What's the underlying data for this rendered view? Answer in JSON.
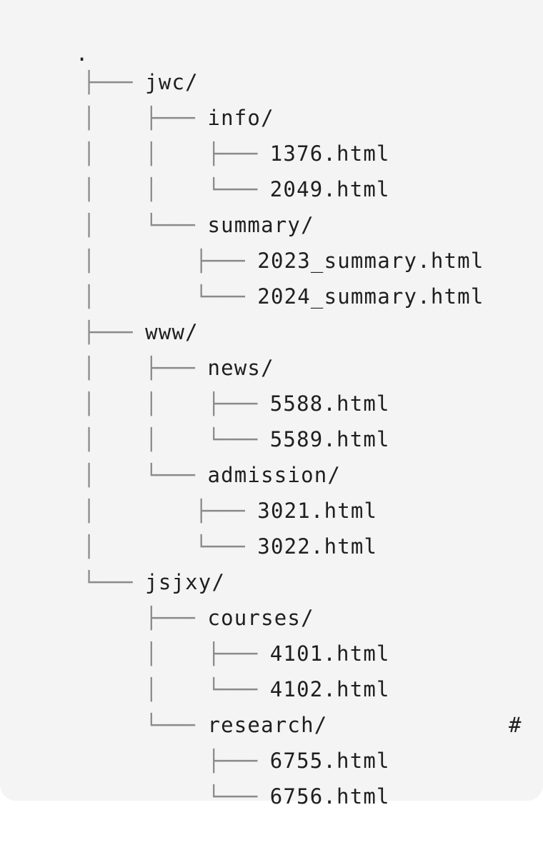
{
  "tree": {
    "root": ".",
    "lines": [
      {
        "prefix": "├─── ",
        "name": "jwc/",
        "comment": ""
      },
      {
        "prefix": "│    ├─── ",
        "name": "info/",
        "comment": ""
      },
      {
        "prefix": "│    │    ├─── ",
        "name": "1376.html",
        "comment": ""
      },
      {
        "prefix": "│    │    └─── ",
        "name": "2049.html",
        "comment": ""
      },
      {
        "prefix": "│    └─── ",
        "name": "summary/",
        "comment": ""
      },
      {
        "prefix": "│        ├─── ",
        "name": "2023_summary.html",
        "comment": ""
      },
      {
        "prefix": "│        └─── ",
        "name": "2024_summary.html",
        "comment": ""
      },
      {
        "prefix": "├─── ",
        "name": "www/",
        "comment": ""
      },
      {
        "prefix": "│    ├─── ",
        "name": "news/",
        "comment": ""
      },
      {
        "prefix": "│    │    ├─── ",
        "name": "5588.html",
        "comment": ""
      },
      {
        "prefix": "│    │    └─── ",
        "name": "5589.html",
        "comment": ""
      },
      {
        "prefix": "│    └─── ",
        "name": "admission/",
        "comment": ""
      },
      {
        "prefix": "│        ├─── ",
        "name": "3021.html",
        "comment": ""
      },
      {
        "prefix": "│        └─── ",
        "name": "3022.html",
        "comment": ""
      },
      {
        "prefix": "└─── ",
        "name": "jsjxy/",
        "comment": ""
      },
      {
        "prefix": "     ├─── ",
        "name": "courses/",
        "comment": ""
      },
      {
        "prefix": "     │    ├─── ",
        "name": "4101.html",
        "comment": ""
      },
      {
        "prefix": "     │    └─── ",
        "name": "4102.html",
        "comment": ""
      },
      {
        "prefix": "     └─── ",
        "name": "research/",
        "comment": ""
      },
      {
        "prefix": "          ├─── ",
        "name": "6755.html",
        "comment": "#"
      },
      {
        "prefix": "          └─── ",
        "name": "6756.html",
        "comment": ""
      }
    ]
  }
}
